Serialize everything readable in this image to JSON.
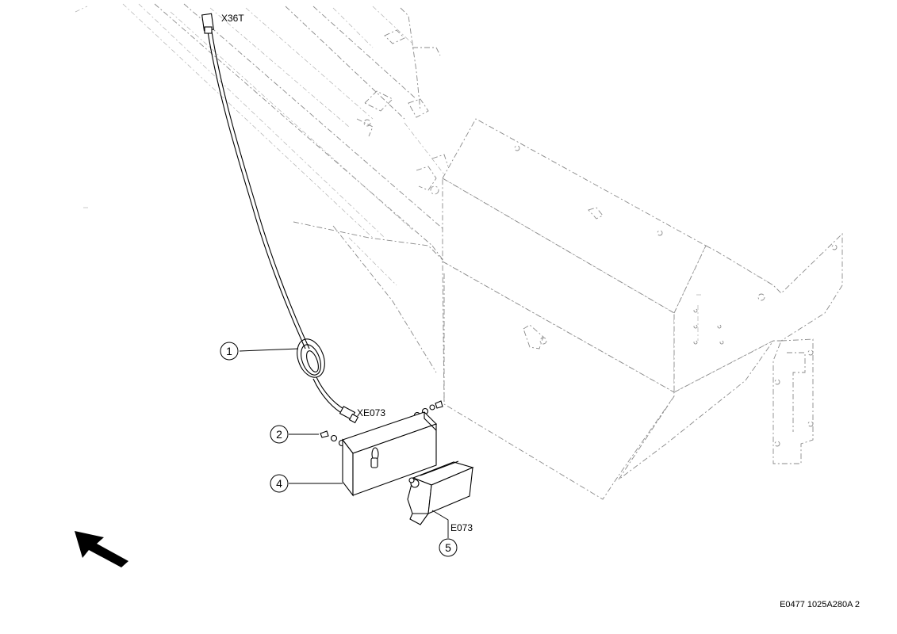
{
  "connector_labels": {
    "top": "X36T",
    "middle": "XE073",
    "lamp": "E073"
  },
  "callouts": [
    {
      "id": "1",
      "part": "cable"
    },
    {
      "id": "2",
      "part": "screw"
    },
    {
      "id": "4",
      "part": "bracket"
    },
    {
      "id": "5",
      "part": "lamp"
    }
  ],
  "figure_reference": "E0477 1025A280A 2",
  "icons": {
    "direction": "direction-arrow-icon"
  },
  "colors": {
    "line": "#000000",
    "ghost_line": "#8a8a8a",
    "background": "#ffffff"
  }
}
